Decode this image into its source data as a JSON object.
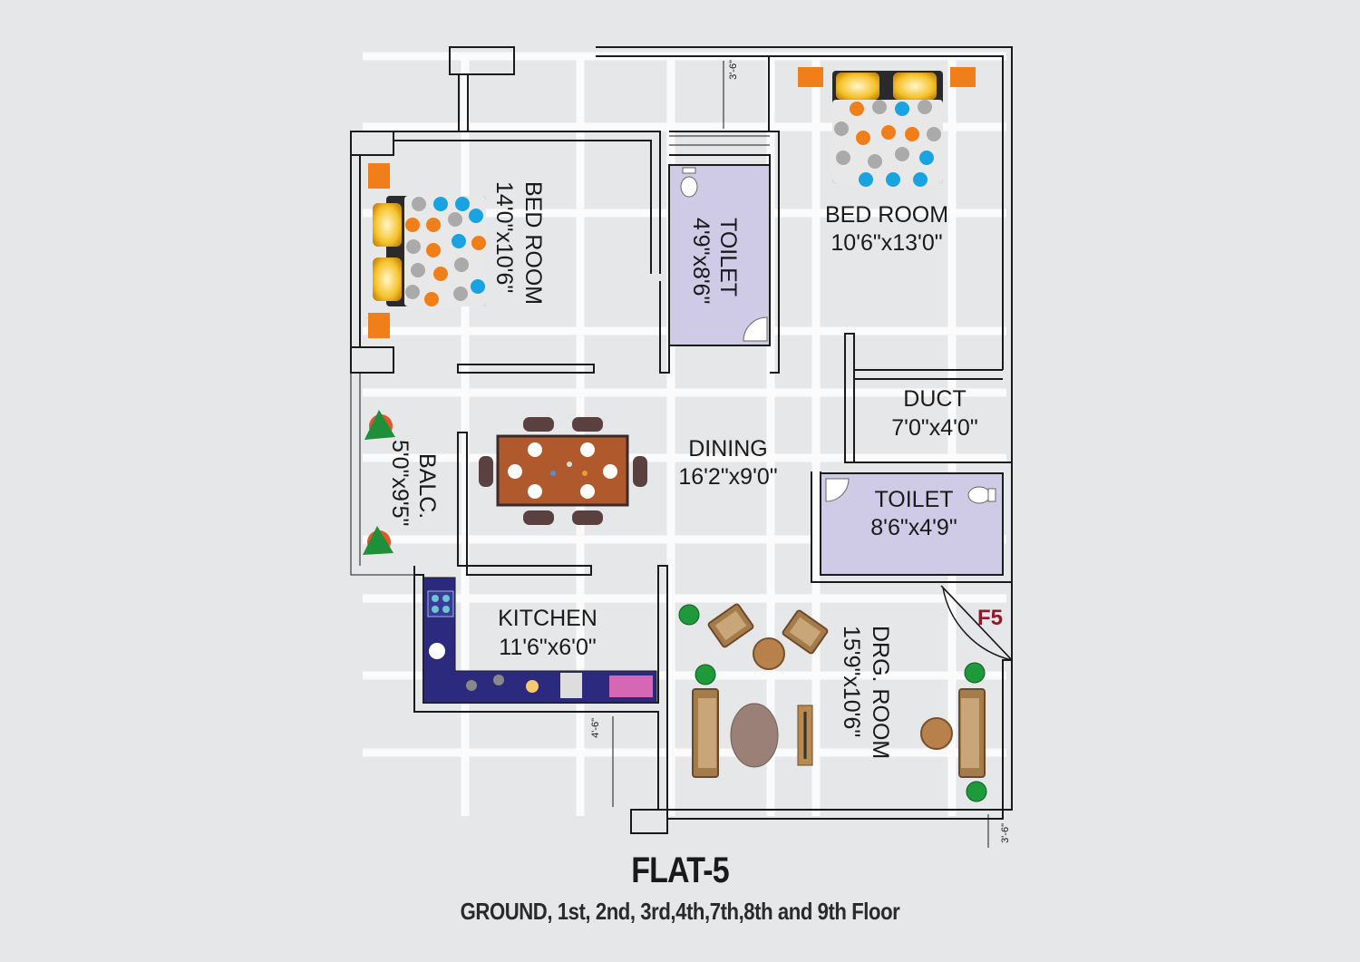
{
  "plan": {
    "flat_tag": "F5",
    "rooms": [
      {
        "name": "BED ROOM",
        "size": "14'0\"x10'6\""
      },
      {
        "name": "TOILET",
        "size": "4'9\"x8'6\""
      },
      {
        "name": "BED ROOM",
        "size": "10'6\"x13'0\""
      },
      {
        "name": "DUCT",
        "size": "7'0\"x4'0\""
      },
      {
        "name": "DINING",
        "size": "16'2\"x9'0\""
      },
      {
        "name": "BALC.",
        "size": "5'0\"x9'5\""
      },
      {
        "name": "TOILET",
        "size": "8'6\"x4'9\""
      },
      {
        "name": "KITCHEN",
        "size": "11'6\"x6'0\""
      },
      {
        "name": "DRG. ROOM",
        "size": "15'9\"x10'6\""
      }
    ],
    "dimensions": [
      "3'-6\"",
      "4'-6\"",
      "3'-6\""
    ]
  },
  "title": "FLAT-5",
  "subtitle": "GROUND, 1st, 2nd, 3rd,4th,7th,8th and 9th Floor",
  "colors": {
    "background": "#e6e7e8",
    "wall": "#1a1a1a",
    "toilet": "#cfcbe6",
    "kitchen_counter": "#2b2a7e",
    "table": "#b0592d",
    "bed_orange": "#f07f1a",
    "bed_blue": "#19a3e0",
    "tag": "#8b1a2b"
  }
}
